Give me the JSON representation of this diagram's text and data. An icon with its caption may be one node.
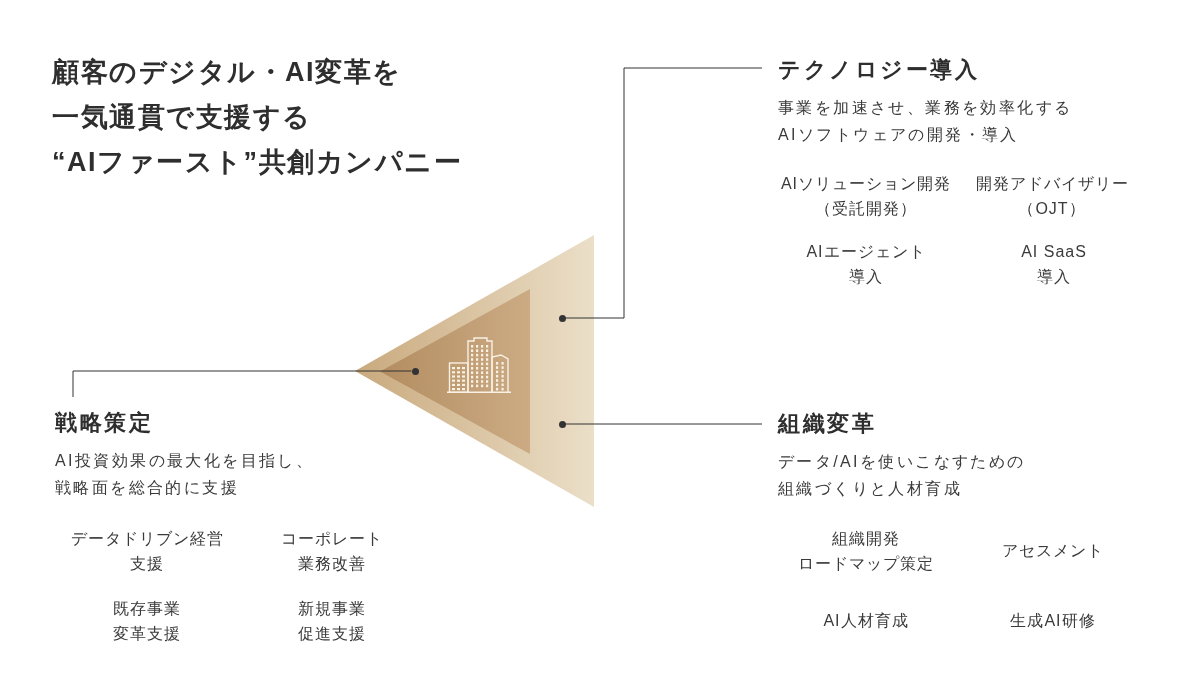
{
  "diagram": {
    "title": "顧客のデジタル・AI変革を一気通貫で支援する“AIファースト”共創カンパニー",
    "nodes": [
      {
        "text": [
          "テクノロジー導入",
          "事業を加速させ、業務を効率化するAIソフトウェアの開発・導入"
        ]
      },
      {
        "text": [],
        "shape": "triangle"
      },
      {
        "text": [],
        "shape": "triangle",
        "in": 1
      },
      {
        "text": [],
        "shape": "circle",
        "in": 1
      },
      {
        "text": [],
        "shape": "circle",
        "in": 2
      },
      {
        "text": [],
        "shape": "circle",
        "in": 1
      },
      {
        "text": [
          "戦略策定",
          "AI投資効果の最大化を目指し、戦略面を総合的に支援"
        ]
      },
      {
        "text": [
          "組織変革",
          "データ/AIを使いこなすための組織づくりと人材育成"
        ]
      }
    ],
    "edges": [
      {
        "from": 0,
        "to": 3,
        "arrow": "none"
      },
      {
        "from": 6,
        "to": 4,
        "arrow": "none"
      },
      {
        "from": 7,
        "to": 5,
        "arrow": "none"
      }
    ],
    "labels": [
      "AIソリューション開発（受託開発）",
      "開発アドバイザリー（OJT）",
      "AIエージェント導入",
      "AI SaaS導入",
      "データドリブン経営支援",
      "コーポレート業務改善",
      "既存事業変革支援",
      "新規事業促進支援",
      "組織開発ロードマップ策定",
      "アセスメント",
      "AI人材育成",
      "生成AI研修"
    ]
  }
}
